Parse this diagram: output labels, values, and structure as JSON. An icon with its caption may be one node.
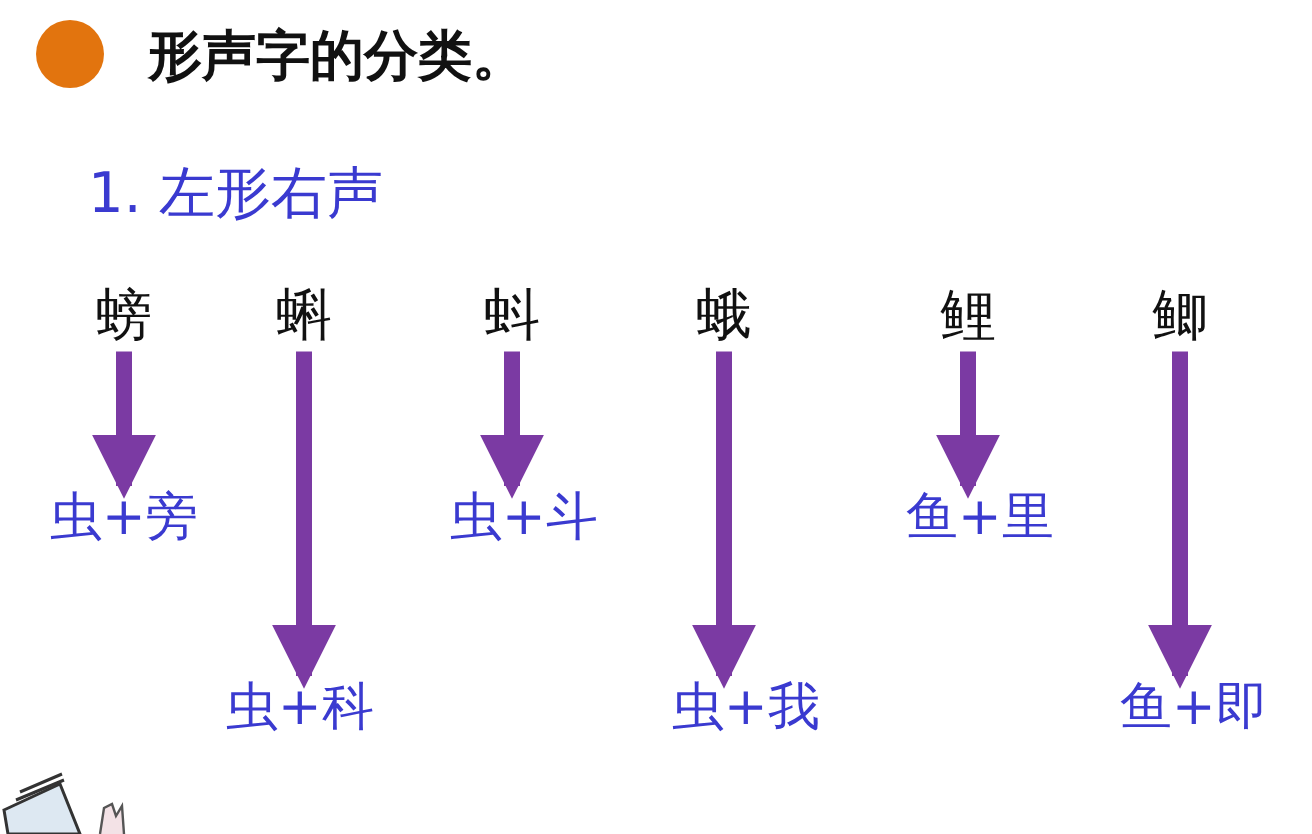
{
  "diagram": {
    "title": "形声字的分类。",
    "nodes": [
      {
        "text": [
          "螃"
        ]
      },
      {
        "text": [
          "蝌"
        ]
      },
      {
        "text": [
          "蚪"
        ]
      },
      {
        "text": [
          "蛾"
        ]
      },
      {
        "text": [
          "鲤"
        ]
      },
      {
        "text": [
          "鲫"
        ]
      },
      {
        "text": [
          "虫+旁"
        ]
      },
      {
        "text": [
          "虫+科"
        ]
      },
      {
        "text": [
          "虫+斗"
        ]
      },
      {
        "text": [
          "虫+我"
        ]
      },
      {
        "text": [
          "鱼+里"
        ]
      },
      {
        "text": [
          "鱼+即"
        ]
      }
    ],
    "edges": [
      {
        "from": 0,
        "to": 6,
        "arrow": "to"
      },
      {
        "from": 1,
        "to": 7,
        "arrow": "to"
      },
      {
        "from": 2,
        "to": 8,
        "arrow": "to"
      },
      {
        "from": 3,
        "to": 9,
        "arrow": "to"
      },
      {
        "from": 4,
        "to": 10,
        "arrow": "to"
      },
      {
        "from": 5,
        "to": 11,
        "arrow": "to"
      }
    ],
    "labels": [
      "1. 左形右声"
    ]
  }
}
